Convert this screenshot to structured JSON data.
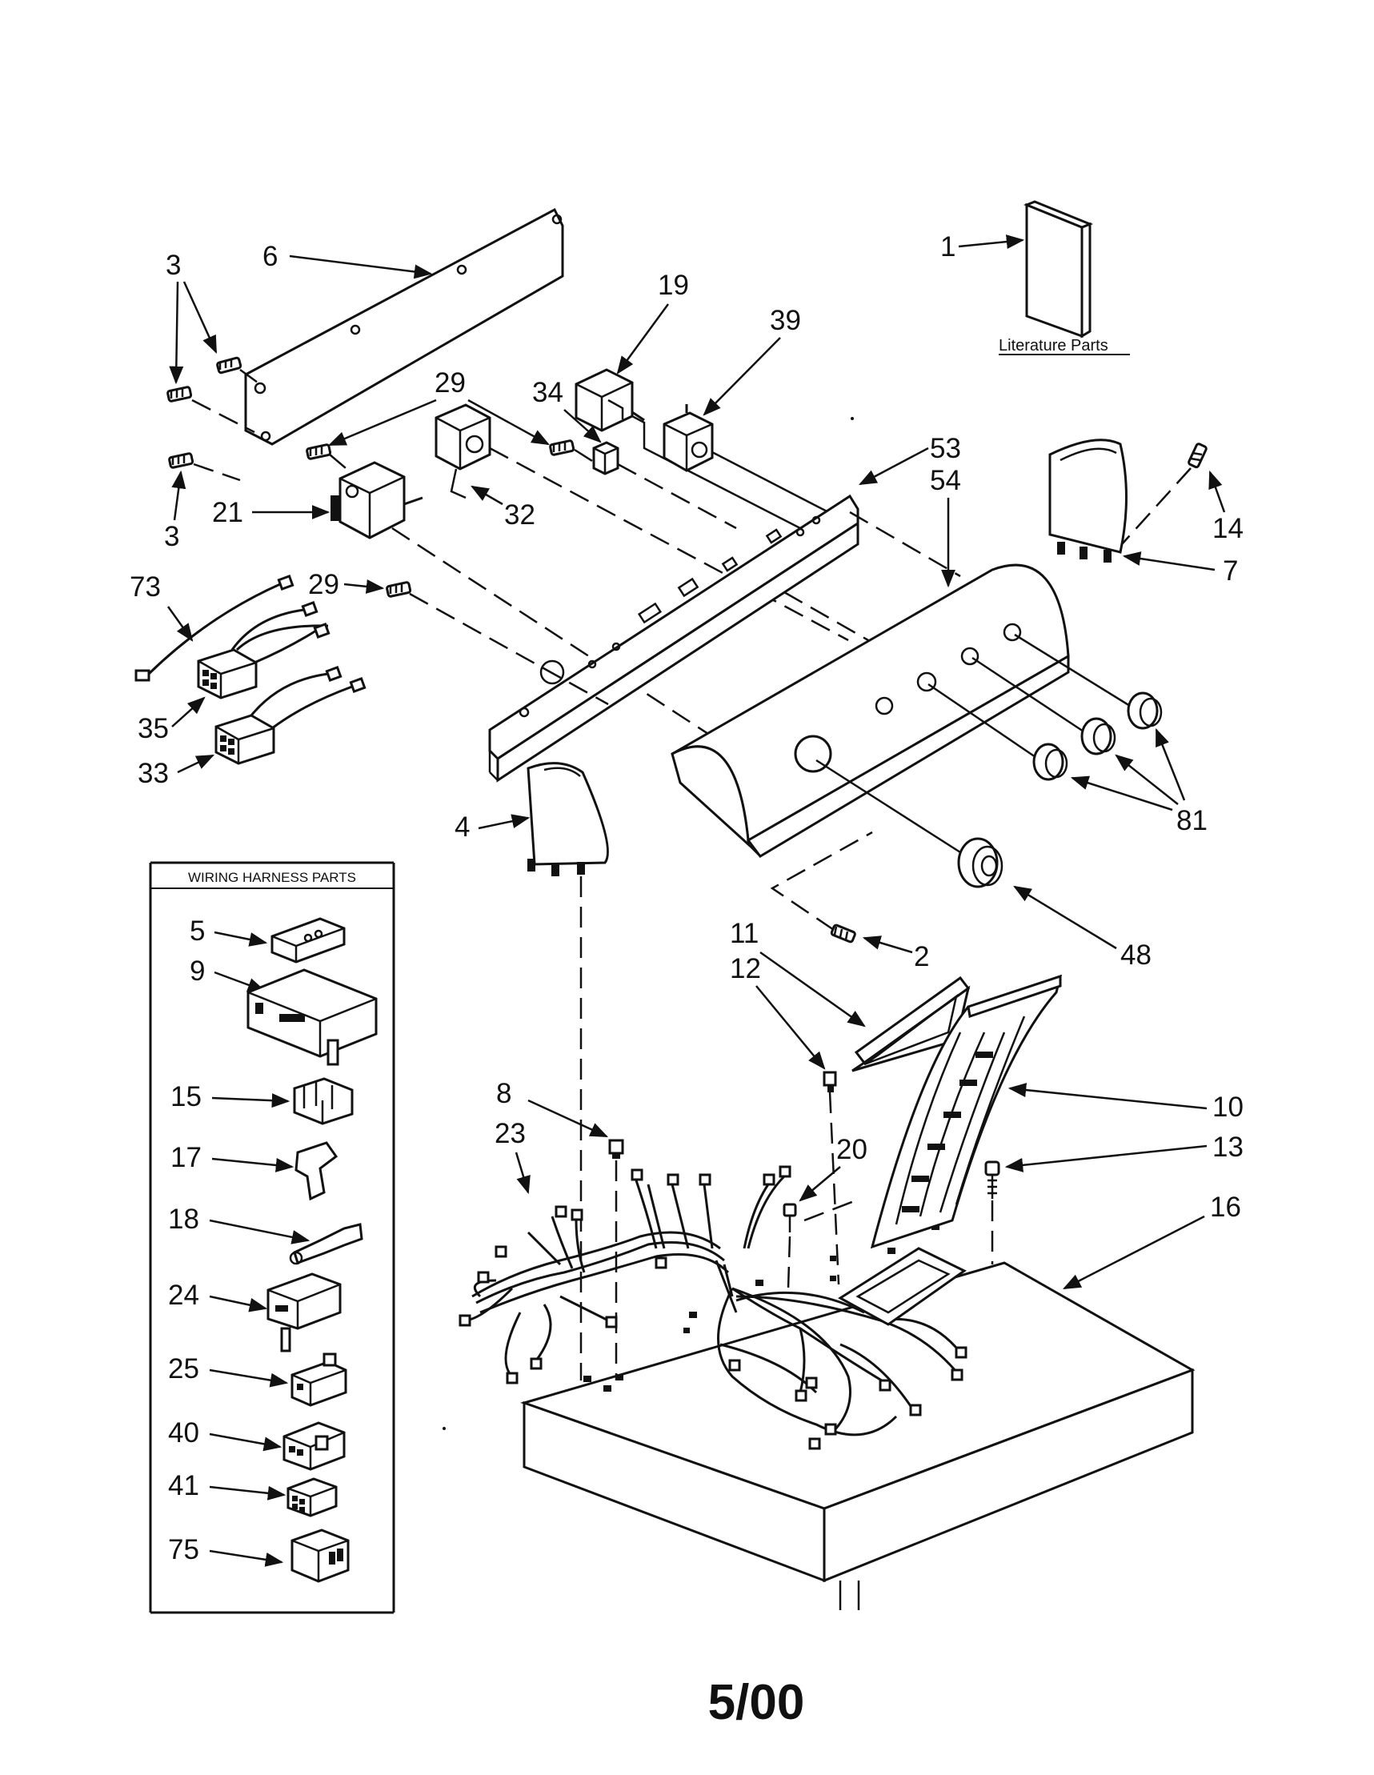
{
  "diagram": {
    "footer": "5/00",
    "literature_caption": "Literature Parts",
    "harness_box_title": "WIRING HARNESS PARTS",
    "callouts": {
      "c1": "1",
      "c2": "2",
      "c3a": "3",
      "c3b": "3",
      "c4": "4",
      "c6": "6",
      "c7": "7",
      "c8": "8",
      "c10": "10",
      "c11": "11",
      "c12": "12",
      "c13": "13",
      "c14": "14",
      "c16": "16",
      "c19": "19",
      "c20": "20",
      "c21": "21",
      "c23": "23",
      "c29a": "29",
      "c29b": "29",
      "c32": "32",
      "c33": "33",
      "c34": "34",
      "c35": "35",
      "c39": "39",
      "c48": "48",
      "c53": "53",
      "c54": "54",
      "c73": "73",
      "c81": "81"
    },
    "harness_parts": [
      "5",
      "9",
      "15",
      "17",
      "18",
      "24",
      "25",
      "40",
      "41",
      "75"
    ]
  }
}
